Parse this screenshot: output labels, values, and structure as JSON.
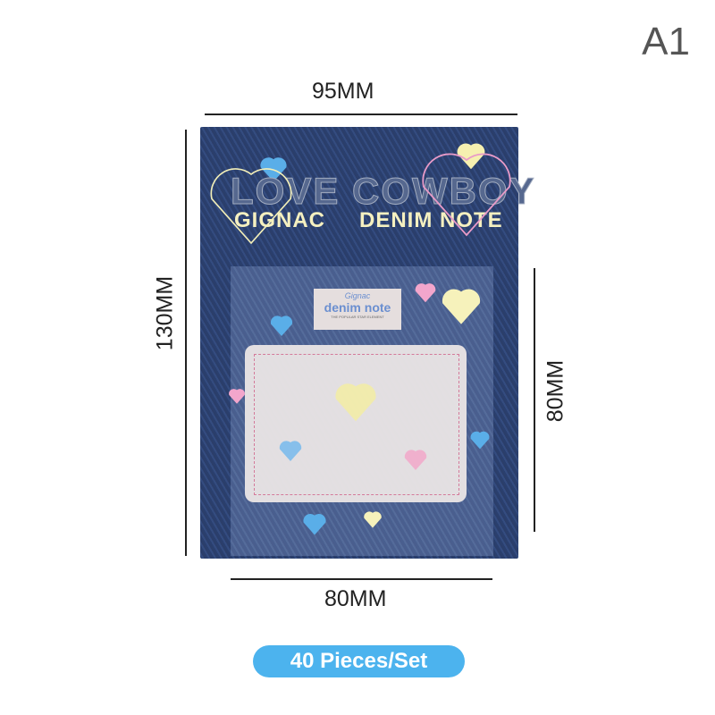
{
  "badge": "A1",
  "dimensions": {
    "top_width": "95MM",
    "height": "130MM",
    "note_height": "80MM",
    "note_width": "80MM"
  },
  "product": {
    "outline_text": "LOVE COWBOY",
    "left_text": "GIGNAC",
    "right_text": "DENIM NOTE",
    "label_script": "Gignac",
    "label_title": "denim note",
    "label_sub": "THE POPULAR STAR ELEMENT"
  },
  "pill": "40 Pieces/Set",
  "colors": {
    "accent": "#4cb3ee",
    "denim": "#2f4577"
  }
}
